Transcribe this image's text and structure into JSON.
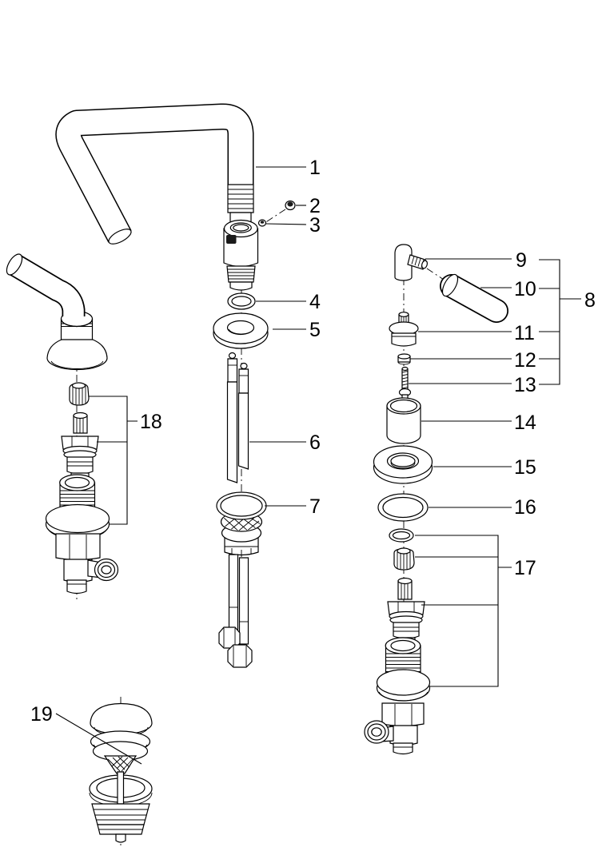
{
  "diagram": {
    "type": "exploded-parts-diagram",
    "colors": {
      "line": "#000000",
      "background": "#ffffff",
      "brand_mark": "#1a1a1a"
    },
    "callouts": [
      {
        "label": "1"
      },
      {
        "label": "2"
      },
      {
        "label": "3"
      },
      {
        "label": "4"
      },
      {
        "label": "5"
      },
      {
        "label": "6"
      },
      {
        "label": "7"
      },
      {
        "label": "8"
      },
      {
        "label": "9"
      },
      {
        "label": "10"
      },
      {
        "label": "11"
      },
      {
        "label": "12"
      },
      {
        "label": "13"
      },
      {
        "label": "14"
      },
      {
        "label": "15"
      },
      {
        "label": "16"
      },
      {
        "label": "17"
      },
      {
        "label": "18"
      },
      {
        "label": "19"
      }
    ]
  }
}
